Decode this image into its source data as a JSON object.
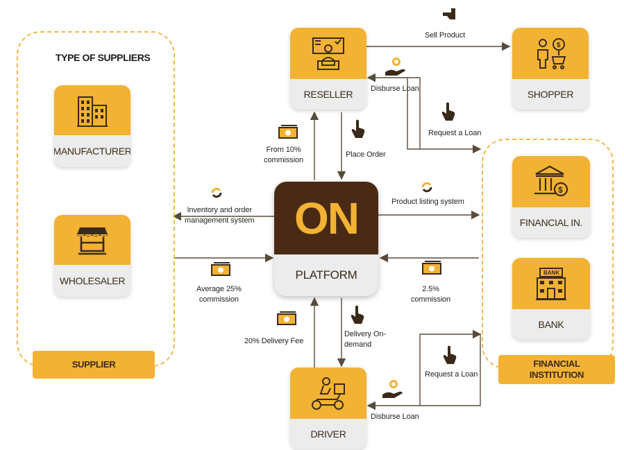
{
  "colors": {
    "accent": "#f2b233",
    "dark": "#4a2a14",
    "panel": "#ececec",
    "dash": "#f2b84b"
  },
  "suppliers": {
    "heading": "TYPE OF SUPPLIERS",
    "tag": "SUPPLIER",
    "manufacturer": {
      "label": "MANUFACTURER",
      "icon": "building-icon"
    },
    "wholesaler": {
      "label": "WHOLESALER",
      "icon": "storefront-icon"
    }
  },
  "reseller": {
    "label": "RESELLER",
    "icon": "presenter-icon"
  },
  "shopper": {
    "label": "SHOPPER",
    "icon": "shopper-cart-icon"
  },
  "driver": {
    "label": "DRIVER",
    "icon": "scooter-icon"
  },
  "platform": {
    "logo": "ON",
    "name": "PLATFORM"
  },
  "financial": {
    "tag": "FINANCIAL\nINSTITUTION",
    "institution": {
      "label": "FINANCIAL IN.",
      "icon": "bank-dollar-icon"
    },
    "bank": {
      "label": "BANK",
      "icon": "bank-building-icon"
    }
  },
  "edges": {
    "sell_product": "Sell Product",
    "disburse_loan_top": "Disburse Loan",
    "request_loan_top": "Request a Loan",
    "place_order": "Place Order",
    "from_commission": "From 10%\ncommission",
    "inventory": "Inventory and order\nmanagement system",
    "product_listing": "Product listing system",
    "average_commission": "Average 25%\ncommission",
    "platform_commission": "2.5%\ncommission",
    "delivery_fee": "20% Delivery Fee",
    "delivery_on_demand": "Delivery On-\ndemand",
    "request_loan_bottom": "Request a Loan",
    "disburse_loan_bottom": "Disburse Loan"
  }
}
